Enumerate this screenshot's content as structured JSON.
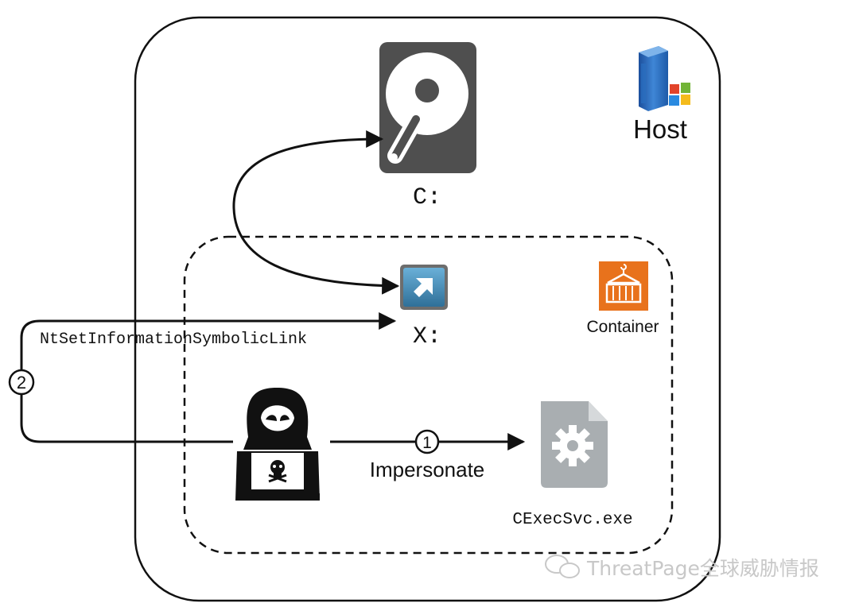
{
  "host": {
    "label": "Host",
    "icon": "windows-server-icon"
  },
  "container": {
    "label": "Container",
    "icon": "container-crane-icon"
  },
  "drive_c": {
    "label": "C:",
    "icon": "hard-drive-icon"
  },
  "drive_x": {
    "label": "X:",
    "icon": "symbolic-link-shortcut-icon"
  },
  "attacker": {
    "icon": "hooded-hacker-laptop-icon"
  },
  "exe": {
    "label": "CExecSvc.exe",
    "icon": "gear-file-icon"
  },
  "steps": [
    {
      "number": "1",
      "label": "Impersonate"
    },
    {
      "number": "2",
      "label": "NtSetInformationSymbolicLink"
    }
  ],
  "watermark": "ThreatPage全球威胁情报",
  "colors": {
    "line": "#111111",
    "drive_grey": "#4f4f4f",
    "container_orange": "#e8721c",
    "shortcut_blue": "#3d88b4",
    "file_grey": "#a9aeb1",
    "watermark": "#c8c8c8"
  }
}
